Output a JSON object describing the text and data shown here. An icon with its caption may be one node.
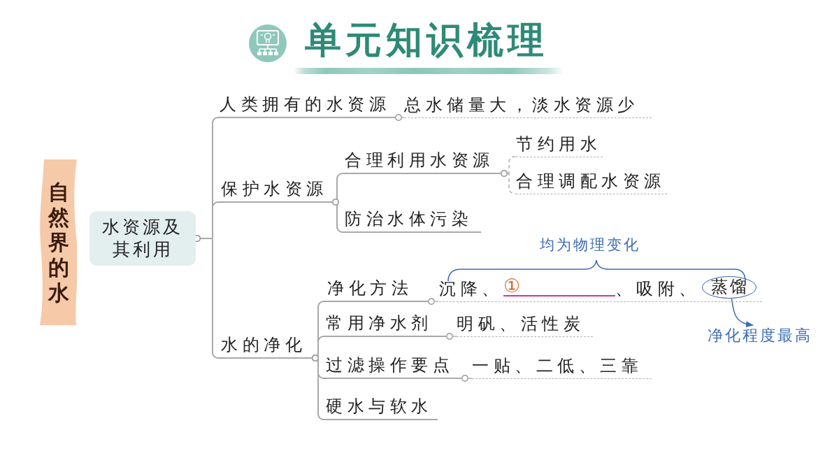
{
  "diagram": {
    "title": "单元知识梳理",
    "nodes": [
      {
        "text": [
          "自然界的水"
        ]
      },
      {
        "text": [
          "水资源及其利用"
        ]
      },
      {
        "text": [
          "人类拥有的水资源"
        ]
      },
      {
        "text": [
          "总水储量大，淡水资源少"
        ]
      },
      {
        "text": [
          "保护水资源"
        ]
      },
      {
        "text": [
          "合理利用水资源"
        ]
      },
      {
        "text": [
          "节约用水"
        ]
      },
      {
        "text": [
          "合理调配水资源"
        ]
      },
      {
        "text": [
          "防治水体污染"
        ]
      },
      {
        "text": [
          "水的净化"
        ]
      },
      {
        "text": [
          "净化方法"
        ]
      },
      {
        "text": [
          "沉降、",
          "①",
          "、吸附、"
        ]
      },
      {
        "text": [
          "蒸馏"
        ],
        "in": 11
      },
      {
        "text": [
          "净化程度最高"
        ]
      },
      {
        "text": [
          "常用净水剂"
        ]
      },
      {
        "text": [
          "明矾、活性炭"
        ]
      },
      {
        "text": [
          "过滤操作要点"
        ]
      },
      {
        "text": [
          "一贴、二低、三靠"
        ]
      },
      {
        "text": [
          "硬水与软水"
        ]
      }
    ],
    "edges": [
      {
        "from": 1,
        "to": 2,
        "arrow": "other"
      },
      {
        "from": 1,
        "to": 4,
        "arrow": "other"
      },
      {
        "from": 1,
        "to": 9,
        "arrow": "other"
      },
      {
        "from": 2,
        "to": 3,
        "arrow": "other",
        "style": "dashed"
      },
      {
        "from": 4,
        "to": 5,
        "arrow": "other"
      },
      {
        "from": 4,
        "to": 8,
        "arrow": "other"
      },
      {
        "from": 5,
        "to": 6,
        "arrow": "other",
        "style": "dashed"
      },
      {
        "from": 5,
        "to": 7,
        "arrow": "other",
        "style": "dashed"
      },
      {
        "from": 9,
        "to": 10,
        "arrow": "other"
      },
      {
        "from": 9,
        "to": 14,
        "arrow": "other"
      },
      {
        "from": 9,
        "to": 16,
        "arrow": "other"
      },
      {
        "from": 9,
        "to": 18,
        "arrow": "other"
      },
      {
        "from": 10,
        "to": 11,
        "arrow": "other",
        "style": "dashed"
      },
      {
        "from": 12,
        "to": 13,
        "arrow": "to",
        "color": "#3d6cb4"
      },
      {
        "from": 14,
        "to": 15,
        "arrow": "other",
        "style": "dashed"
      },
      {
        "from": 16,
        "to": 17,
        "arrow": "other",
        "style": "dashed"
      }
    ],
    "labels": [
      "均为物理变化"
    ]
  }
}
